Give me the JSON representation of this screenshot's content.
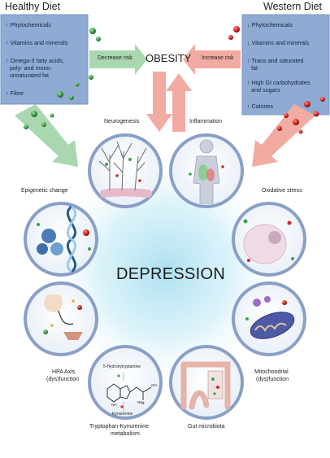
{
  "healthy_diet": {
    "title": "Healthy Diet",
    "items": [
      "↑ Phytochemicals",
      "↑ Vitamins and minerals",
      "↑ Omega-3 fatty acids,",
      "poly- and mono-",
      "unsaturated fat",
      "↑ Fibre"
    ]
  },
  "western_diet": {
    "title": "Western Diet",
    "items": [
      "↓ Phytochemicals",
      "↓ Vitamins and minerals",
      "↑ Trans and saturated",
      "fat",
      "↑ High GI carbohydrates",
      "and sugars",
      "↑ Calories"
    ]
  },
  "center": {
    "obesity": "OBESITY",
    "decrease_risk": "Decrease risk",
    "increase_risk": "Increase risk",
    "depression": "DEPRESSION"
  },
  "mechanisms": {
    "neurogenesis": "Neurogenesis",
    "inflammation": "Inflammation",
    "epigenetic": "Epigenetic change",
    "oxidative": "Oxidative stress",
    "hpa_1": "HPA Axis",
    "hpa_2": "(dys)function",
    "mito_1": "Mitochondrial",
    "mito_2": "(dys)function",
    "tryp_1": "Tryptophan-Kynurenine",
    "tryp_2": "metabolism",
    "gut": "Gut microbiota"
  },
  "molecule": {
    "top": "5-Hydroxytryptamine",
    "bottom": "Kynurenine",
    "nh": "NH",
    "nh2": "NH₂",
    "oh": "OH",
    "o": "O"
  },
  "colors": {
    "box_blue": "#8fabd4",
    "green_arrow": "#a9d7b0",
    "pink_arrow": "#f1aba2",
    "circle_ring": "#8a9fc6",
    "center_glow": "#bfe6f3"
  }
}
